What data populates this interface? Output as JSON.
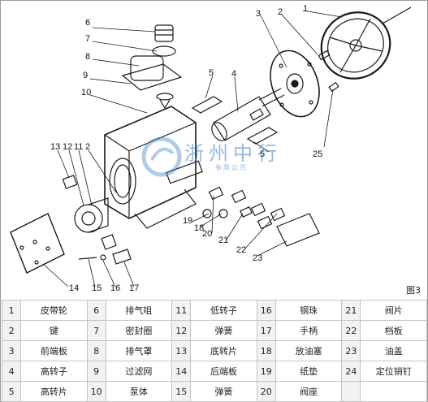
{
  "figure": {
    "label": "图3"
  },
  "watermark": {
    "brand": "浙州中行",
    "sub": "有限公司"
  },
  "callouts": [
    "1",
    "2",
    "3",
    "4",
    "5",
    "6",
    "7",
    "8",
    "9",
    "10",
    "11",
    "12",
    "13",
    "2",
    "14",
    "15",
    "16",
    "17",
    "18",
    "19",
    "20",
    "21",
    "22",
    "23",
    "25",
    "5"
  ],
  "parts": [
    {
      "num": "1",
      "name": "皮带轮"
    },
    {
      "num": "2",
      "name": "键"
    },
    {
      "num": "3",
      "name": "前端板"
    },
    {
      "num": "4",
      "name": "高转子"
    },
    {
      "num": "5",
      "name": "高转片"
    },
    {
      "num": "6",
      "name": "排气咀"
    },
    {
      "num": "7",
      "name": "密封圈"
    },
    {
      "num": "8",
      "name": "排气罩"
    },
    {
      "num": "9",
      "name": "过滤网"
    },
    {
      "num": "10",
      "name": "泵体"
    },
    {
      "num": "11",
      "name": "低转子"
    },
    {
      "num": "12",
      "name": "弹簧"
    },
    {
      "num": "13",
      "name": "底转片"
    },
    {
      "num": "14",
      "name": "后端板"
    },
    {
      "num": "15",
      "name": "弹簧"
    },
    {
      "num": "16",
      "name": "钢珠"
    },
    {
      "num": "17",
      "name": "手柄"
    },
    {
      "num": "18",
      "name": "放油塞"
    },
    {
      "num": "19",
      "name": "纸垫"
    },
    {
      "num": "20",
      "name": "阀座"
    },
    {
      "num": "21",
      "name": "阀片"
    },
    {
      "num": "22",
      "name": "档板"
    },
    {
      "num": "23",
      "name": "油盖"
    },
    {
      "num": "24",
      "name": "定位销钉"
    },
    {
      "num": "",
      "name": ""
    }
  ]
}
